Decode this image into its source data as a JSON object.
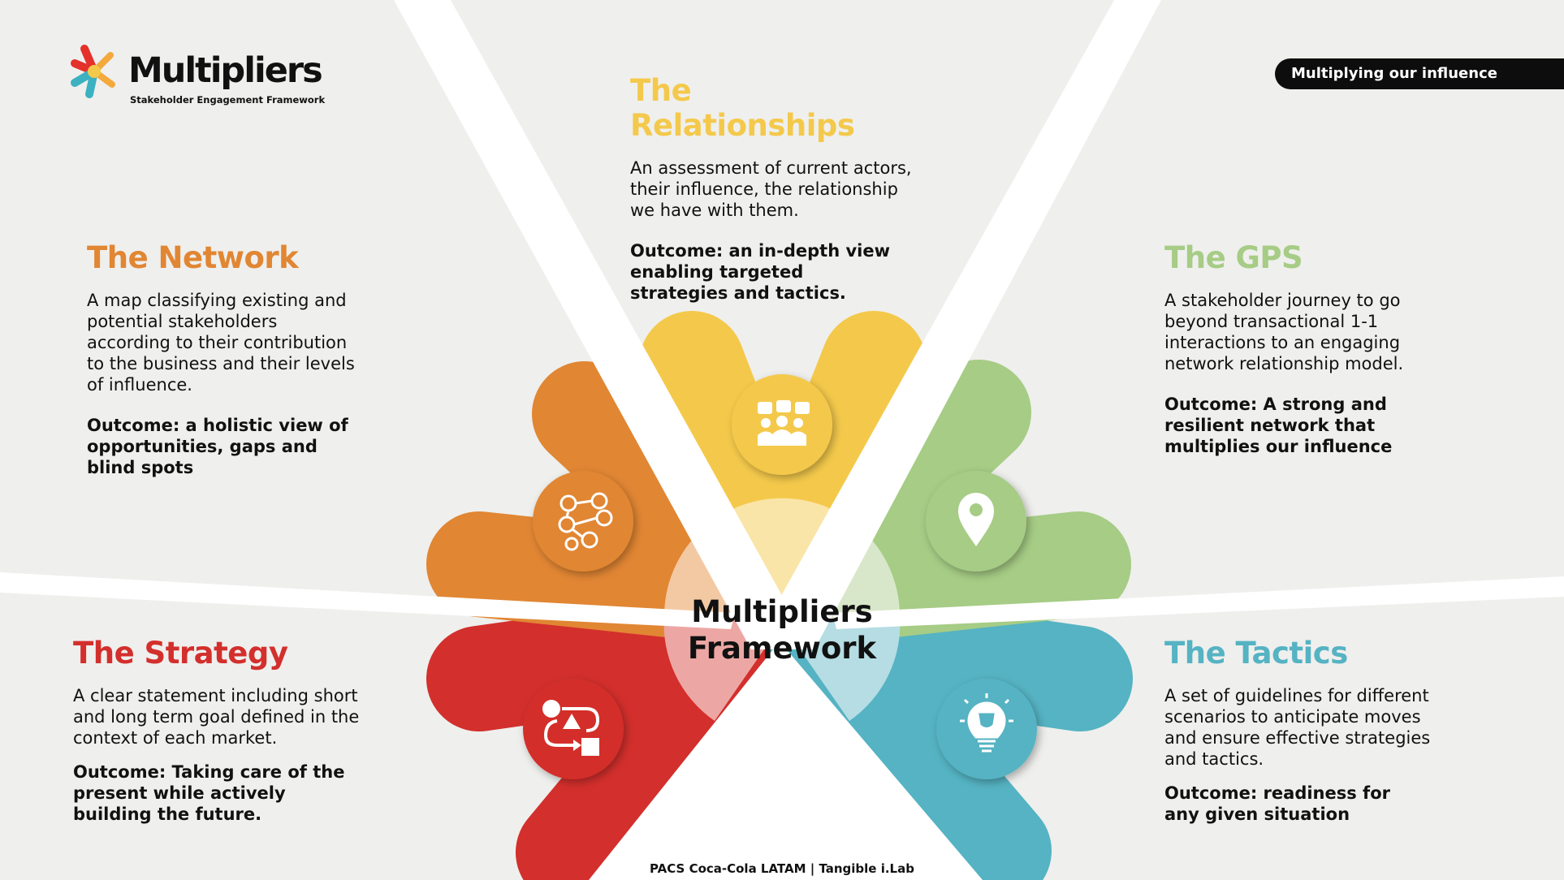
{
  "header": {
    "logo_text": "Multipliers",
    "logo_subtitle": "Stakeholder Engagement Framework",
    "tagline": "Multiplying our influence"
  },
  "center": {
    "line1": "Multipliers",
    "line2": "Framework"
  },
  "colors": {
    "background": "#efefed",
    "orange": "#e18633",
    "yellow": "#f4c94b",
    "green": "#a6cc85",
    "teal": "#55b3c3",
    "red": "#d32f2c"
  },
  "sections": {
    "relationships": {
      "title": "The Relationships",
      "description": "An assessment of current actors, their influence, the relationship we have with them.",
      "outcome": "Outcome: an in-depth view enabling targeted strategies and tactics.",
      "icon": "people-group-icon"
    },
    "network": {
      "title": "The Network",
      "description": "A map classifying existing and potential stakeholders according to their contribution to the business and their levels of influence.",
      "outcome": "Outcome: a holistic view of opportunities, gaps and blind spots",
      "icon": "network-people-icon"
    },
    "gps": {
      "title": "The GPS",
      "description": "A stakeholder journey to go beyond transactional 1-1 interactions to an engaging network relationship model.",
      "outcome": "Outcome: A strong and resilient network that multiplies our influence",
      "icon": "map-pin-icon"
    },
    "strategy": {
      "title": "The Strategy",
      "description": "A clear statement including short and long term goal defined in the context of each market.",
      "outcome": "Outcome: Taking care of the present while actively building the future.",
      "icon": "strategy-shapes-icon"
    },
    "tactics": {
      "title": "The Tactics",
      "description": "A set of guidelines for different scenarios to anticipate moves and ensure effective strategies and tactics.",
      "outcome": "Outcome: readiness for any given situation",
      "icon": "lightbulb-trophy-icon"
    }
  },
  "footer": "PACS Coca-Cola LATAM | Tangible i.Lab"
}
